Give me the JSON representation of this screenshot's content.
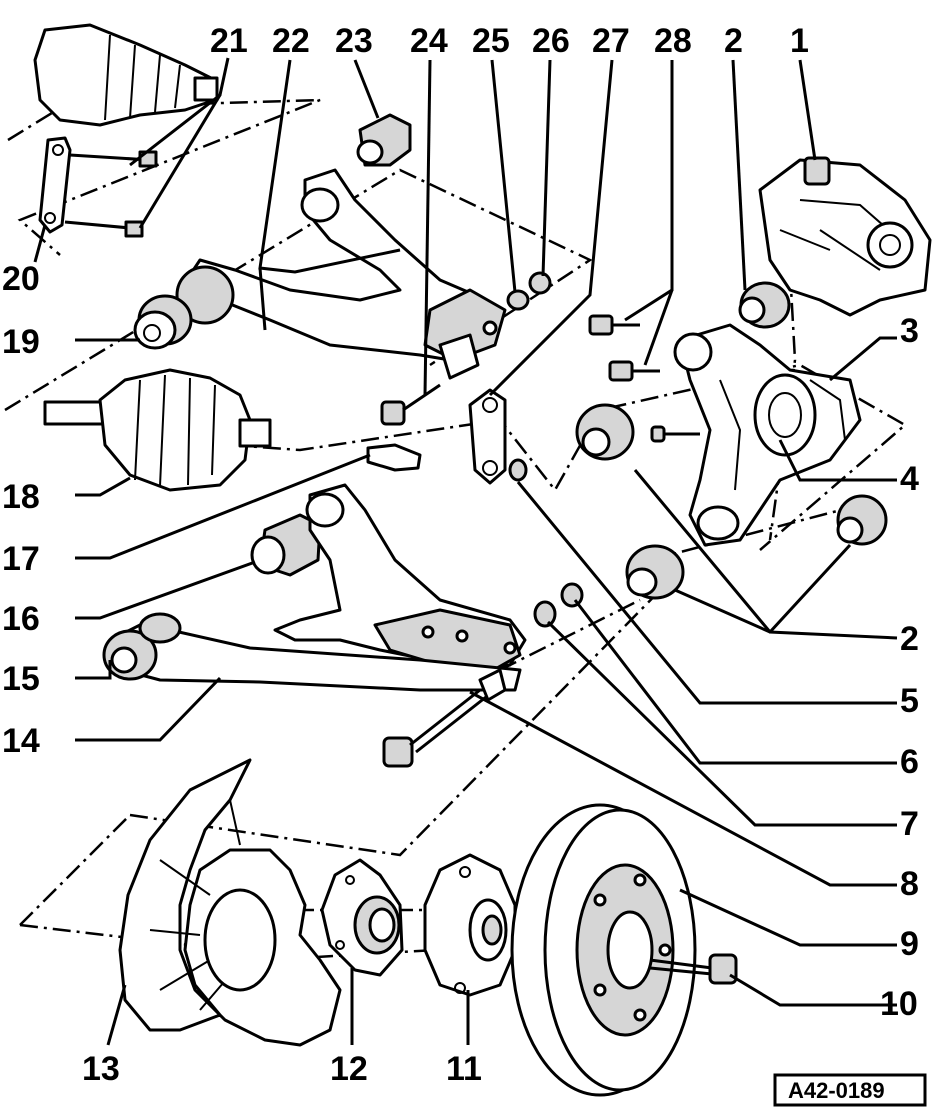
{
  "diagram": {
    "figure_code": "A42-0189",
    "labels": {
      "l1": "1",
      "l2a": "2",
      "l2b": "2",
      "l3": "3",
      "l4": "4",
      "l5": "5",
      "l6": "6",
      "l7": "7",
      "l8": "8",
      "l9": "9",
      "l10": "10",
      "l11": "11",
      "l12": "12",
      "l13": "13",
      "l14": "14",
      "l15": "15",
      "l16": "16",
      "l17": "17",
      "l18": "18",
      "l19": "19",
      "l20": "20",
      "l21": "21",
      "l22": "22",
      "l23": "23",
      "l24": "24",
      "l25": "25",
      "l26": "26",
      "l27": "27",
      "l28": "28"
    }
  }
}
